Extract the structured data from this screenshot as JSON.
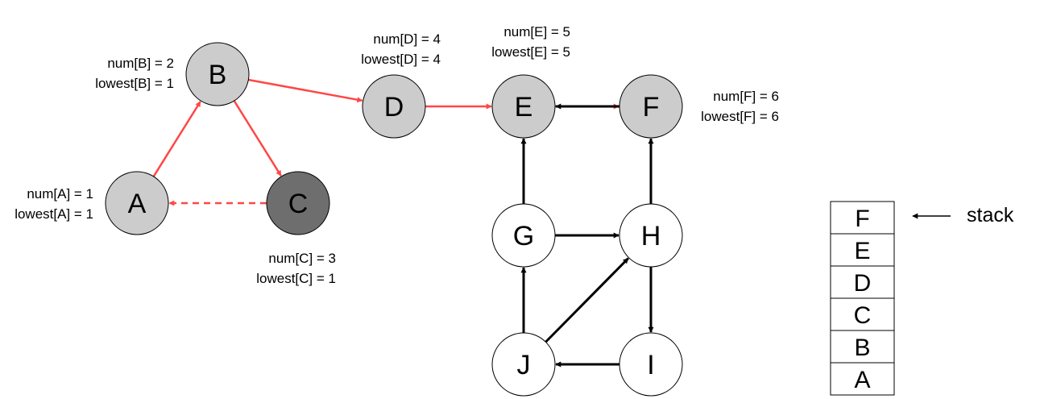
{
  "colors": {
    "tree_edge": "#ff4747",
    "back_edge": "#ff4747",
    "plain_edge": "#000000",
    "visited_fill": "#cccccc",
    "popped_fill": "#6e6e6e",
    "unvisited_fill": "#ffffff",
    "node_stroke": "#000000"
  },
  "nodes": {
    "A": {
      "label": "A",
      "state": "visited"
    },
    "B": {
      "label": "B",
      "state": "visited"
    },
    "C": {
      "label": "C",
      "state": "popped"
    },
    "D": {
      "label": "D",
      "state": "visited"
    },
    "E": {
      "label": "E",
      "state": "visited"
    },
    "F": {
      "label": "F",
      "state": "visited"
    },
    "G": {
      "label": "G",
      "state": "unvisited"
    },
    "H": {
      "label": "H",
      "state": "unvisited"
    },
    "I": {
      "label": "I",
      "state": "unvisited"
    },
    "J": {
      "label": "J",
      "state": "unvisited"
    }
  },
  "edges": [
    {
      "from": "A",
      "to": "B",
      "kind": "tree"
    },
    {
      "from": "B",
      "to": "C",
      "kind": "tree"
    },
    {
      "from": "C",
      "to": "A",
      "kind": "back",
      "dashed": true
    },
    {
      "from": "B",
      "to": "D",
      "kind": "tree"
    },
    {
      "from": "D",
      "to": "E",
      "kind": "tree"
    },
    {
      "from": "E",
      "to": "F",
      "kind": "tree"
    },
    {
      "from": "F",
      "to": "E",
      "kind": "plain"
    },
    {
      "from": "G",
      "to": "E",
      "kind": "plain"
    },
    {
      "from": "H",
      "to": "F",
      "kind": "plain"
    },
    {
      "from": "G",
      "to": "H",
      "kind": "plain"
    },
    {
      "from": "H",
      "to": "I",
      "kind": "plain"
    },
    {
      "from": "I",
      "to": "J",
      "kind": "plain"
    },
    {
      "from": "J",
      "to": "G",
      "kind": "plain"
    },
    {
      "from": "J",
      "to": "H",
      "kind": "plain"
    }
  ],
  "annotations": {
    "A": {
      "num": "num[A] = 1",
      "lowest": "lowest[A] = 1"
    },
    "B": {
      "num": "num[B] = 2",
      "lowest": "lowest[B] = 1"
    },
    "C": {
      "num": "num[C] = 3",
      "lowest": "lowest[C] = 1"
    },
    "D": {
      "num": "num[D] = 4",
      "lowest": "lowest[D] = 4"
    },
    "E": {
      "num": "num[E] = 5",
      "lowest": "lowest[E] = 5"
    },
    "F": {
      "num": "num[F] = 6",
      "lowest": "lowest[F] = 6"
    }
  },
  "stack": {
    "caption": "stack",
    "items": [
      "F",
      "E",
      "D",
      "C",
      "B",
      "A"
    ]
  }
}
